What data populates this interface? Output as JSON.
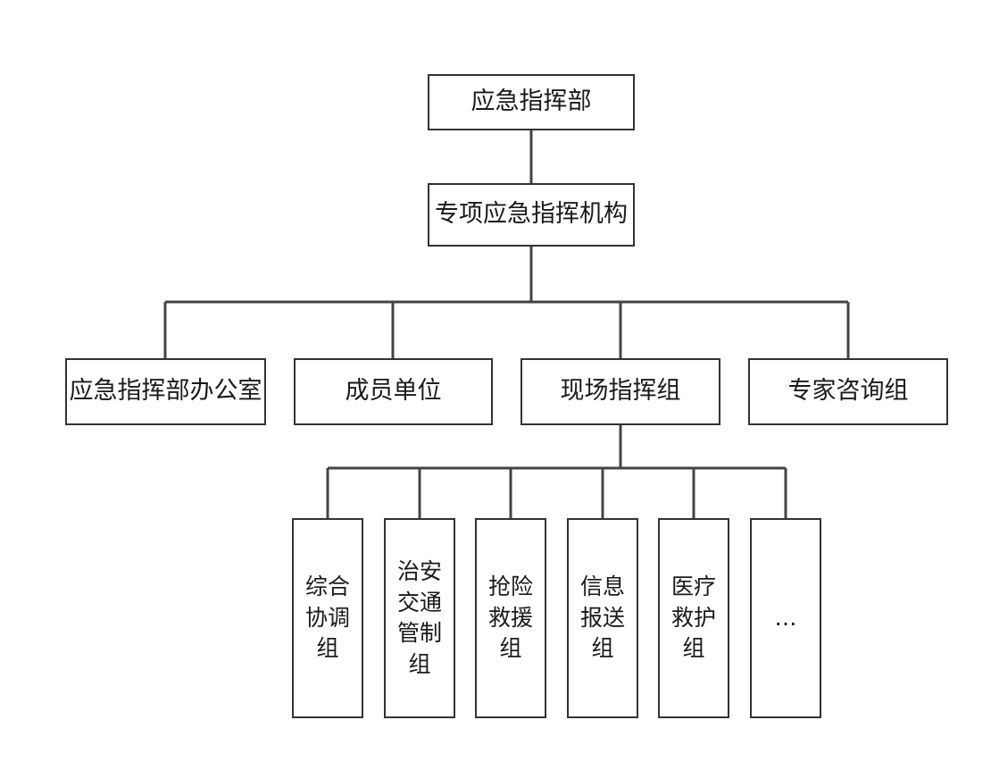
{
  "top": {
    "label": "应急指挥部"
  },
  "second": {
    "label": "专项应急指挥机构"
  },
  "level3": [
    {
      "label": "应急指挥部办公室"
    },
    {
      "label": "成员单位"
    },
    {
      "label": "现场指挥组"
    },
    {
      "label": "专家咨询组"
    }
  ],
  "level4": [
    {
      "lines": [
        "综合",
        "协调",
        "组"
      ]
    },
    {
      "lines": [
        "治安",
        "交通",
        "管制",
        "组"
      ]
    },
    {
      "lines": [
        "抢险",
        "救援",
        "组"
      ]
    },
    {
      "lines": [
        "信息",
        "报送",
        "组"
      ]
    },
    {
      "lines": [
        "医疗",
        "救护",
        "组"
      ]
    },
    {
      "lines": [
        "…"
      ]
    }
  ]
}
